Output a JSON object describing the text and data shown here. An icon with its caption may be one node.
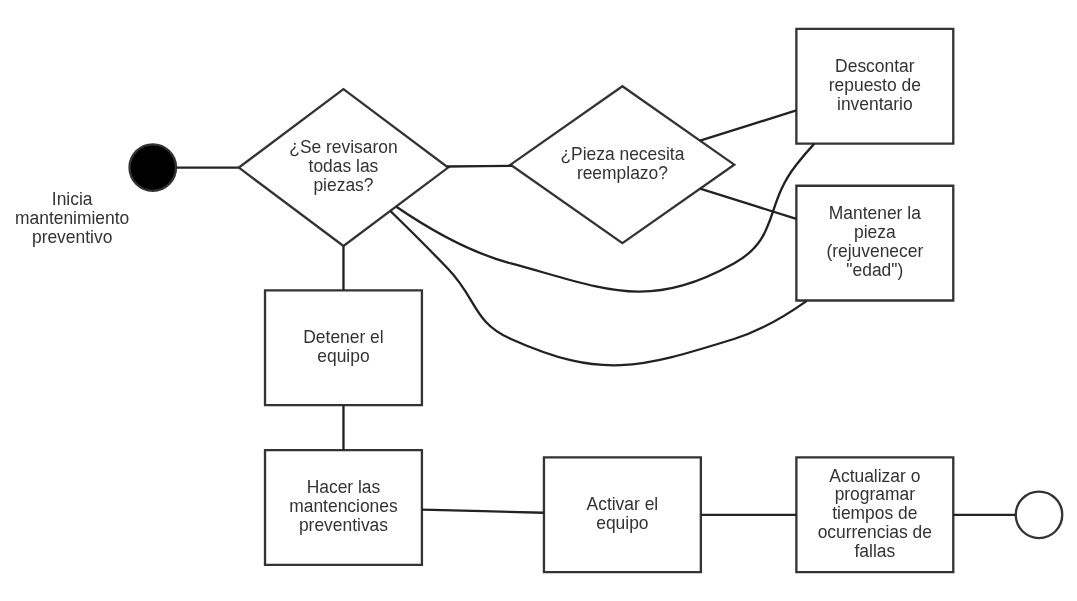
{
  "diagram": {
    "nodes": [
      {
        "text": [],
        "shape": "circle",
        "beside": [
          "Inicia mantenimiento preventivo"
        ]
      },
      {
        "text": [
          "¿Se revisaron todas las piezas?"
        ]
      },
      {
        "text": [
          "¿Pieza necesita reemplazo?"
        ]
      },
      {
        "text": [
          "Descontar repuesto de inventario"
        ]
      },
      {
        "text": [
          "Mantener la pieza (rejuvenecer \"edad\")"
        ]
      },
      {
        "text": [
          "Detener el equipo"
        ]
      },
      {
        "text": [
          "Hacer las mantenciones preventivas"
        ]
      },
      {
        "text": [
          "Activar el equipo"
        ]
      },
      {
        "text": [
          "Actualizar o programar tiempos de ocurrencias de fallas"
        ]
      },
      {
        "text": [],
        "shape": "circle"
      }
    ],
    "edges": [
      {
        "from": 0,
        "to": 1,
        "arrow": "none"
      },
      {
        "from": 1,
        "to": 2,
        "arrow": "none"
      },
      {
        "from": 2,
        "to": 3,
        "arrow": "none"
      },
      {
        "from": 2,
        "to": 4,
        "arrow": "none"
      },
      {
        "from": 3,
        "to": 1,
        "arrow": "none"
      },
      {
        "from": 4,
        "to": 1,
        "arrow": "none"
      },
      {
        "from": 1,
        "to": 5,
        "arrow": "none"
      },
      {
        "from": 5,
        "to": 6,
        "arrow": "none"
      },
      {
        "from": 6,
        "to": 7,
        "arrow": "none"
      },
      {
        "from": 7,
        "to": 8,
        "arrow": "none"
      },
      {
        "from": 8,
        "to": 9,
        "arrow": "none"
      }
    ]
  }
}
